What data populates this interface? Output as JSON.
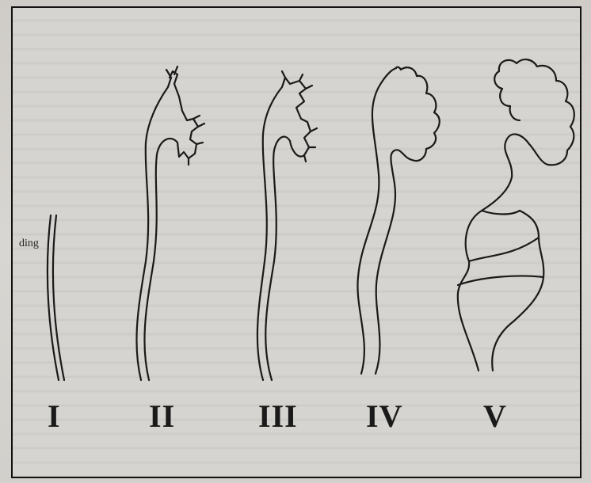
{
  "side_label": "ding",
  "stages": [
    "I",
    "II",
    "III",
    "IV",
    "V"
  ],
  "colors": {
    "ink": "#1a1a1a",
    "paper": "#d6d4d0",
    "frame": "#111111"
  }
}
